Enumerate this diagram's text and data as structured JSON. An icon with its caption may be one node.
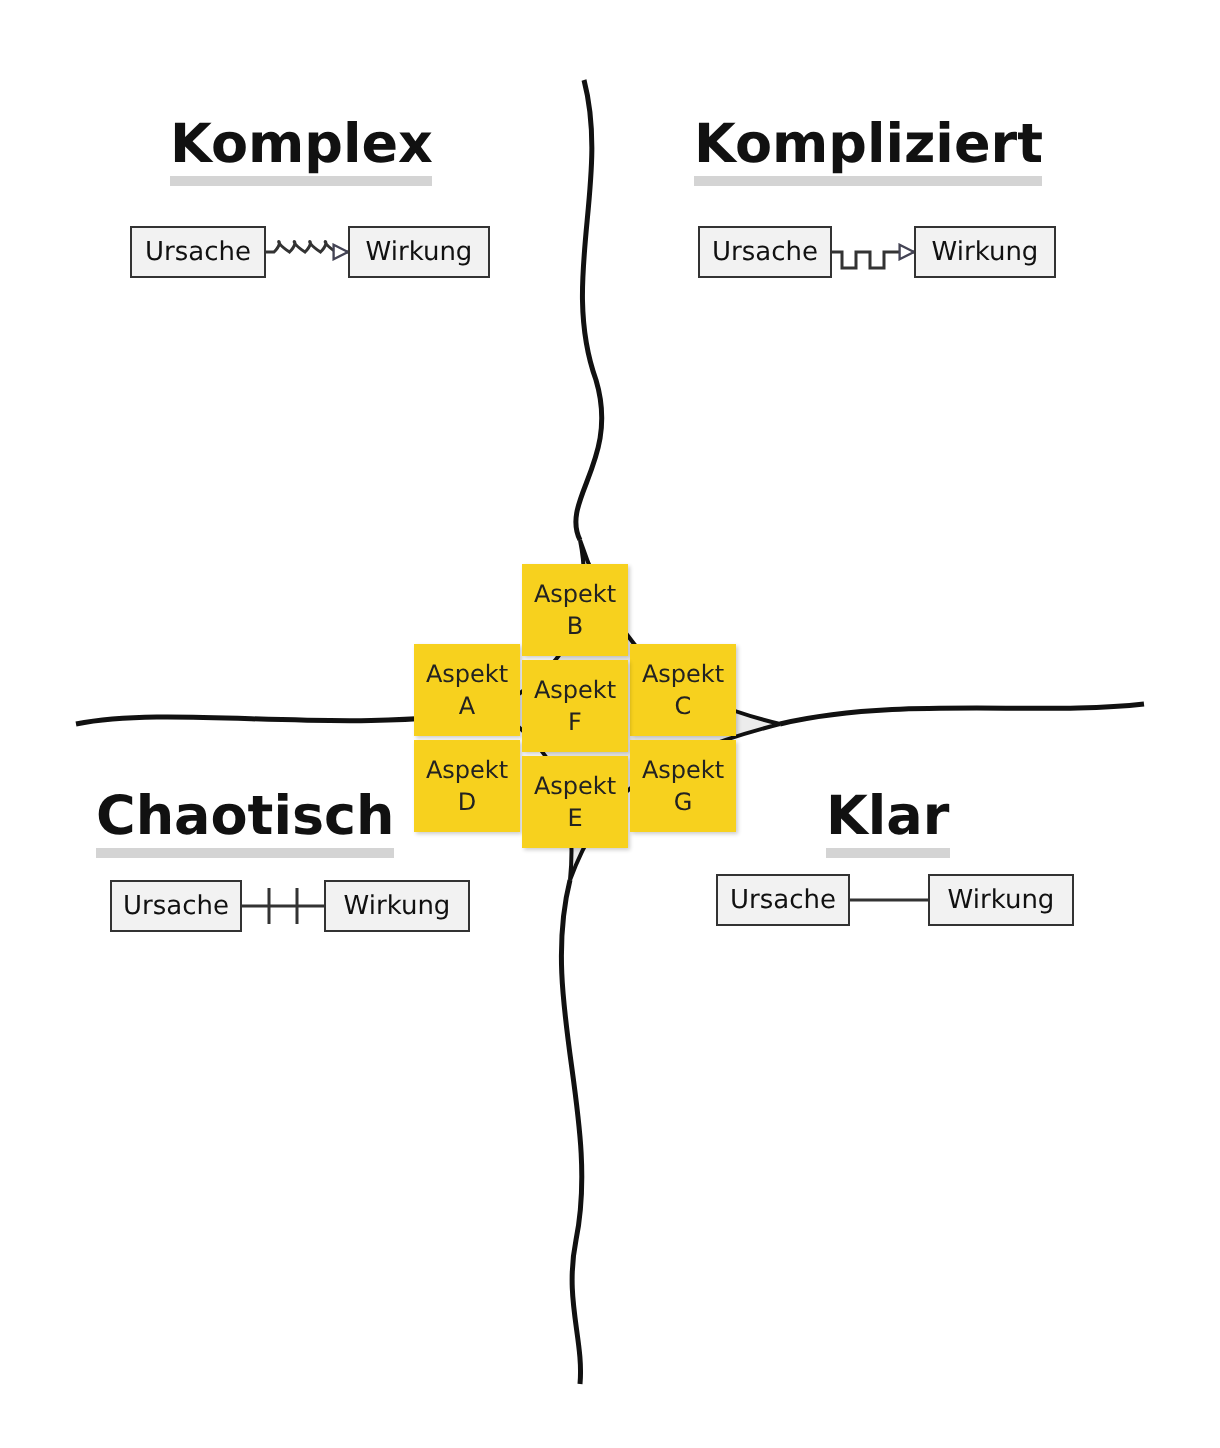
{
  "diagram": {
    "nodes": [
      {
        "text": [
          "Ursache"
        ]
      },
      {
        "text": [
          "Wirkung"
        ]
      },
      {
        "text": [
          "Ursache"
        ]
      },
      {
        "text": [
          "Wirkung"
        ]
      },
      {
        "text": [
          "Ursache"
        ]
      },
      {
        "text": [
          "Wirkung"
        ]
      },
      {
        "text": [
          "Ursache"
        ]
      },
      {
        "text": [
          "Wirkung"
        ]
      },
      {
        "text": [
          "Aspekt B"
        ]
      },
      {
        "text": [
          "Aspekt A"
        ]
      },
      {
        "text": [
          "Aspekt C"
        ]
      },
      {
        "text": [
          "Aspekt D"
        ]
      },
      {
        "text": [
          "Aspekt F"
        ]
      },
      {
        "text": [
          "Aspekt G"
        ]
      },
      {
        "text": [
          "Aspekt E"
        ]
      }
    ],
    "edges": [
      {
        "from": 0,
        "to": 1,
        "arrow": "to"
      },
      {
        "from": 2,
        "to": 3,
        "arrow": "to"
      },
      {
        "from": 4,
        "to": 5,
        "arrow": "none"
      },
      {
        "from": 6,
        "to": 7,
        "arrow": "none"
      }
    ],
    "labels": [
      "Komplex",
      "Kompliziert",
      "Chaotisch",
      "Klar"
    ]
  }
}
